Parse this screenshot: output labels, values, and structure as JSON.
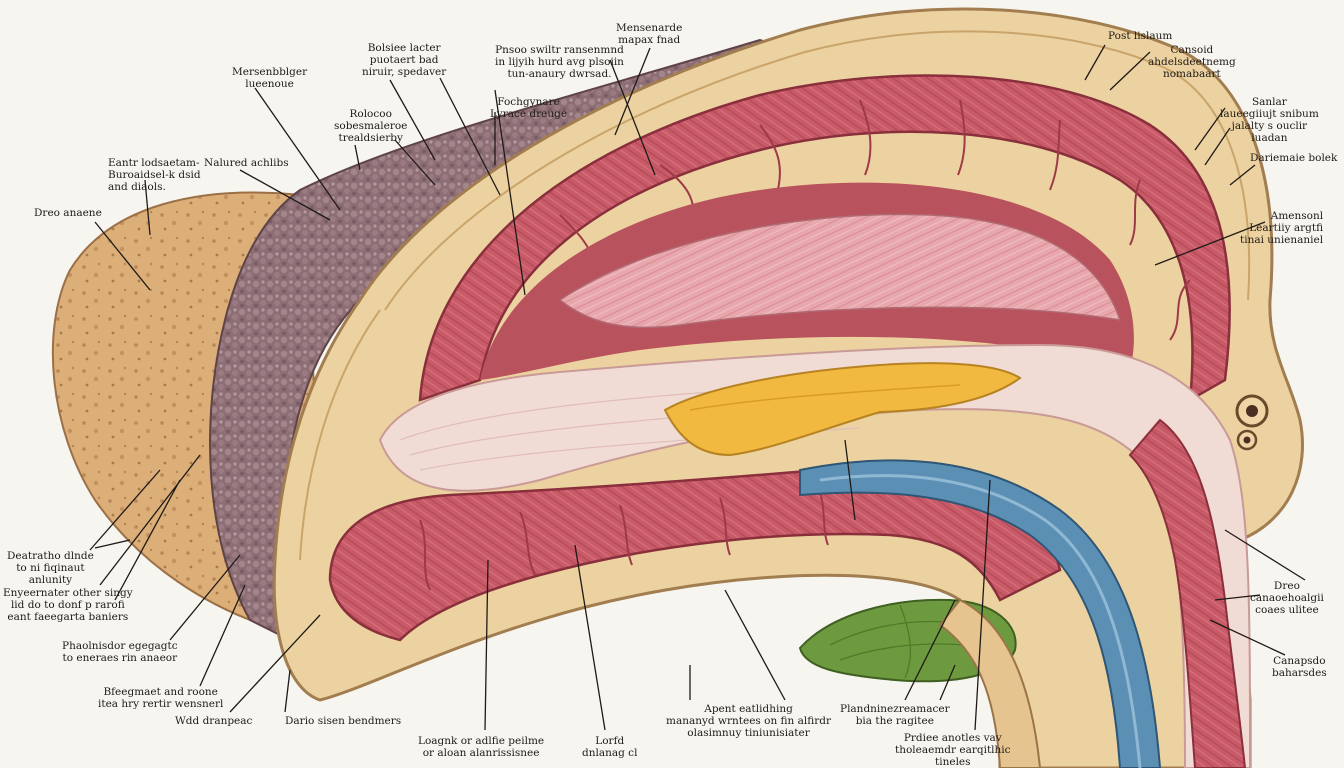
{
  "labels": {
    "l01": "Mersenbblger\nlueenoue",
    "l02": "Bolsiee lacter\npuotaert bad\nniruir, spedaver",
    "l03": "Pnsoo swiltr ransenmnd\nin lijyih hurd avg plsoiin\ntun-anaury dwrsad.",
    "l04": "Mensenarde\nmapax fnad",
    "l05": "Post lislaum",
    "l06": "Cansoid\nahdelsdeetnemg\nnomabaart",
    "l07": "Eantr lodsaetam-\nBuroaidsel-k dsid\nand diaols.",
    "l08": "Nalured achlibs",
    "l09": "Rolocoo\nsobesmaleroe\ntrealdsierby",
    "l10": "Fochgynare\nLyrace dreuge",
    "l11": "Sanlar\nlaueegiiujt snibum\njalalty s ouclir\nluadan",
    "l12": "Dariemaie bolek",
    "l13": "Dreo anaene",
    "l14": "Amensonl\nLeartiiy argtfi\ntinai unienaniel",
    "l15": "Deatratho dlnde\nto ni fiqinaut\nanlunity",
    "l16": "Enyeernater other singy\nlid do to donf p rarofi\neant faeegarta baniers",
    "l17": "Phaolnisdor egegagtc\nto eneraes rin anaeor",
    "l18": "Bfeegmaet and roone\nitea hry rertir wensnerl",
    "l19": "Wdd dranpeac",
    "l20": "Dario sisen bendmers",
    "l21": "Loagnk or adlfie peilme\nor aloan alanrissisnee",
    "l22": "Lorfd\ndnlanag cl",
    "l23": "Apent eatlidhing\nmananyd wrntees on fin alfirdr\nolasimnuy tiniunisiater",
    "l24": "Plandninezreamacer\nbia the ragitee",
    "l25": "Prdiee anotles vav\ntholeaemdr earqitlhic\ntineles",
    "l26": "Dreo\ncanaoehoalgii\ncoaes ulitee",
    "l27": "Canapsdo\nbaharsdes"
  },
  "colors": {
    "background": "#f7f5f0",
    "skin": "#dcae78",
    "pebbly_tissue": "#8d6e75",
    "sheath": "#ecd2a0",
    "muscle": "#c95a68",
    "mucosa": "#e7a7ad",
    "pale_band": "#f1dcd5",
    "fat_layer": "#f1b93f",
    "vessel": "#5c8fb4",
    "gland": "#6d9a3e",
    "ink": "#1f1a17"
  }
}
